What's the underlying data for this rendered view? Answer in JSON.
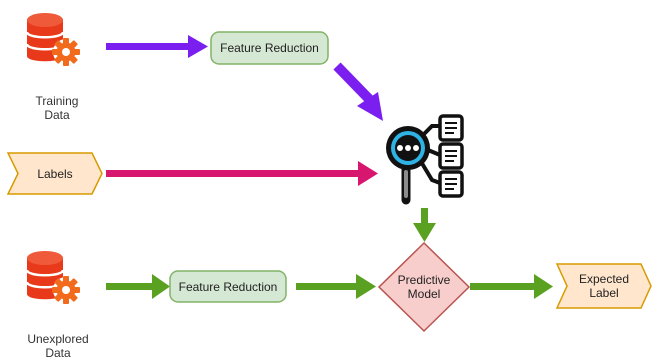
{
  "nodes": {
    "training_data": {
      "line1": "Training",
      "line2": "Data"
    },
    "feature_reduction_top": {
      "label": "Feature Reduction"
    },
    "labels": {
      "label": "Labels"
    },
    "unexplored_data": {
      "line1": "Unexplored",
      "line2": "Data"
    },
    "feature_reduction_bottom": {
      "label": "Feature Reduction"
    },
    "predictive_model": {
      "line1": "Predictive",
      "line2": "Model"
    },
    "expected_label": {
      "line1": "Expected",
      "line2": "Label"
    }
  },
  "icons": {
    "database": "database-gear-icon",
    "analysis": "magnifier-documents-icon"
  },
  "colors": {
    "purple_arrow": "#7a1ff0",
    "magenta_arrow": "#d6166f",
    "green_arrow": "#5aa021",
    "database_red": "#e8391b",
    "gear_orange": "#f26b1d",
    "box_fill": "#d5e8d4",
    "box_stroke": "#82b366",
    "diamond_fill": "#f8cecc",
    "diamond_stroke": "#b85450",
    "tag_fill": "#ffe6cc",
    "tag_stroke": "#d79b00"
  }
}
